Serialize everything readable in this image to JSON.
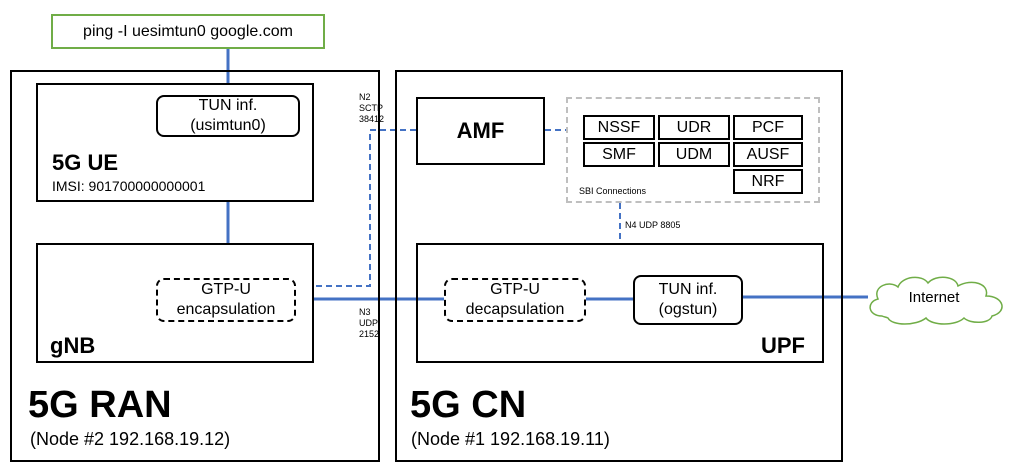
{
  "command": "ping -I uesimtun0 google.com",
  "ran": {
    "title": "5G RAN",
    "node": "(Node #2 192.168.19.12)",
    "ue": {
      "title": "5G UE",
      "imsi": "IMSI: 901700000000001",
      "tun_line1": "TUN inf.",
      "tun_line2": "(usimtun0)"
    },
    "gnb": {
      "title": "gNB",
      "gtp_line1": "GTP-U",
      "gtp_line2": "encapsulation"
    }
  },
  "cn": {
    "title": "5G CN",
    "node": "(Node #1 192.168.19.11)",
    "amf": "AMF",
    "nfs": [
      "NSSF",
      "UDR",
      "PCF",
      "SMF",
      "UDM",
      "AUSF",
      "NRF"
    ],
    "sbi_label": "SBI Connections",
    "upf": {
      "title": "UPF",
      "gtp_line1": "GTP-U",
      "gtp_line2": "decapsulation",
      "tun_line1": "TUN inf.",
      "tun_line2": "(ogstun)"
    }
  },
  "labels": {
    "n2": [
      "N2",
      "SCTP",
      "38412"
    ],
    "n3": [
      "N3",
      "UDP",
      "2152"
    ],
    "n4": "N4 UDP 8805"
  },
  "internet": "Internet",
  "colors": {
    "link": "#4472c4",
    "command_border": "#70ad47",
    "sbi_border": "#bfbfbf"
  }
}
